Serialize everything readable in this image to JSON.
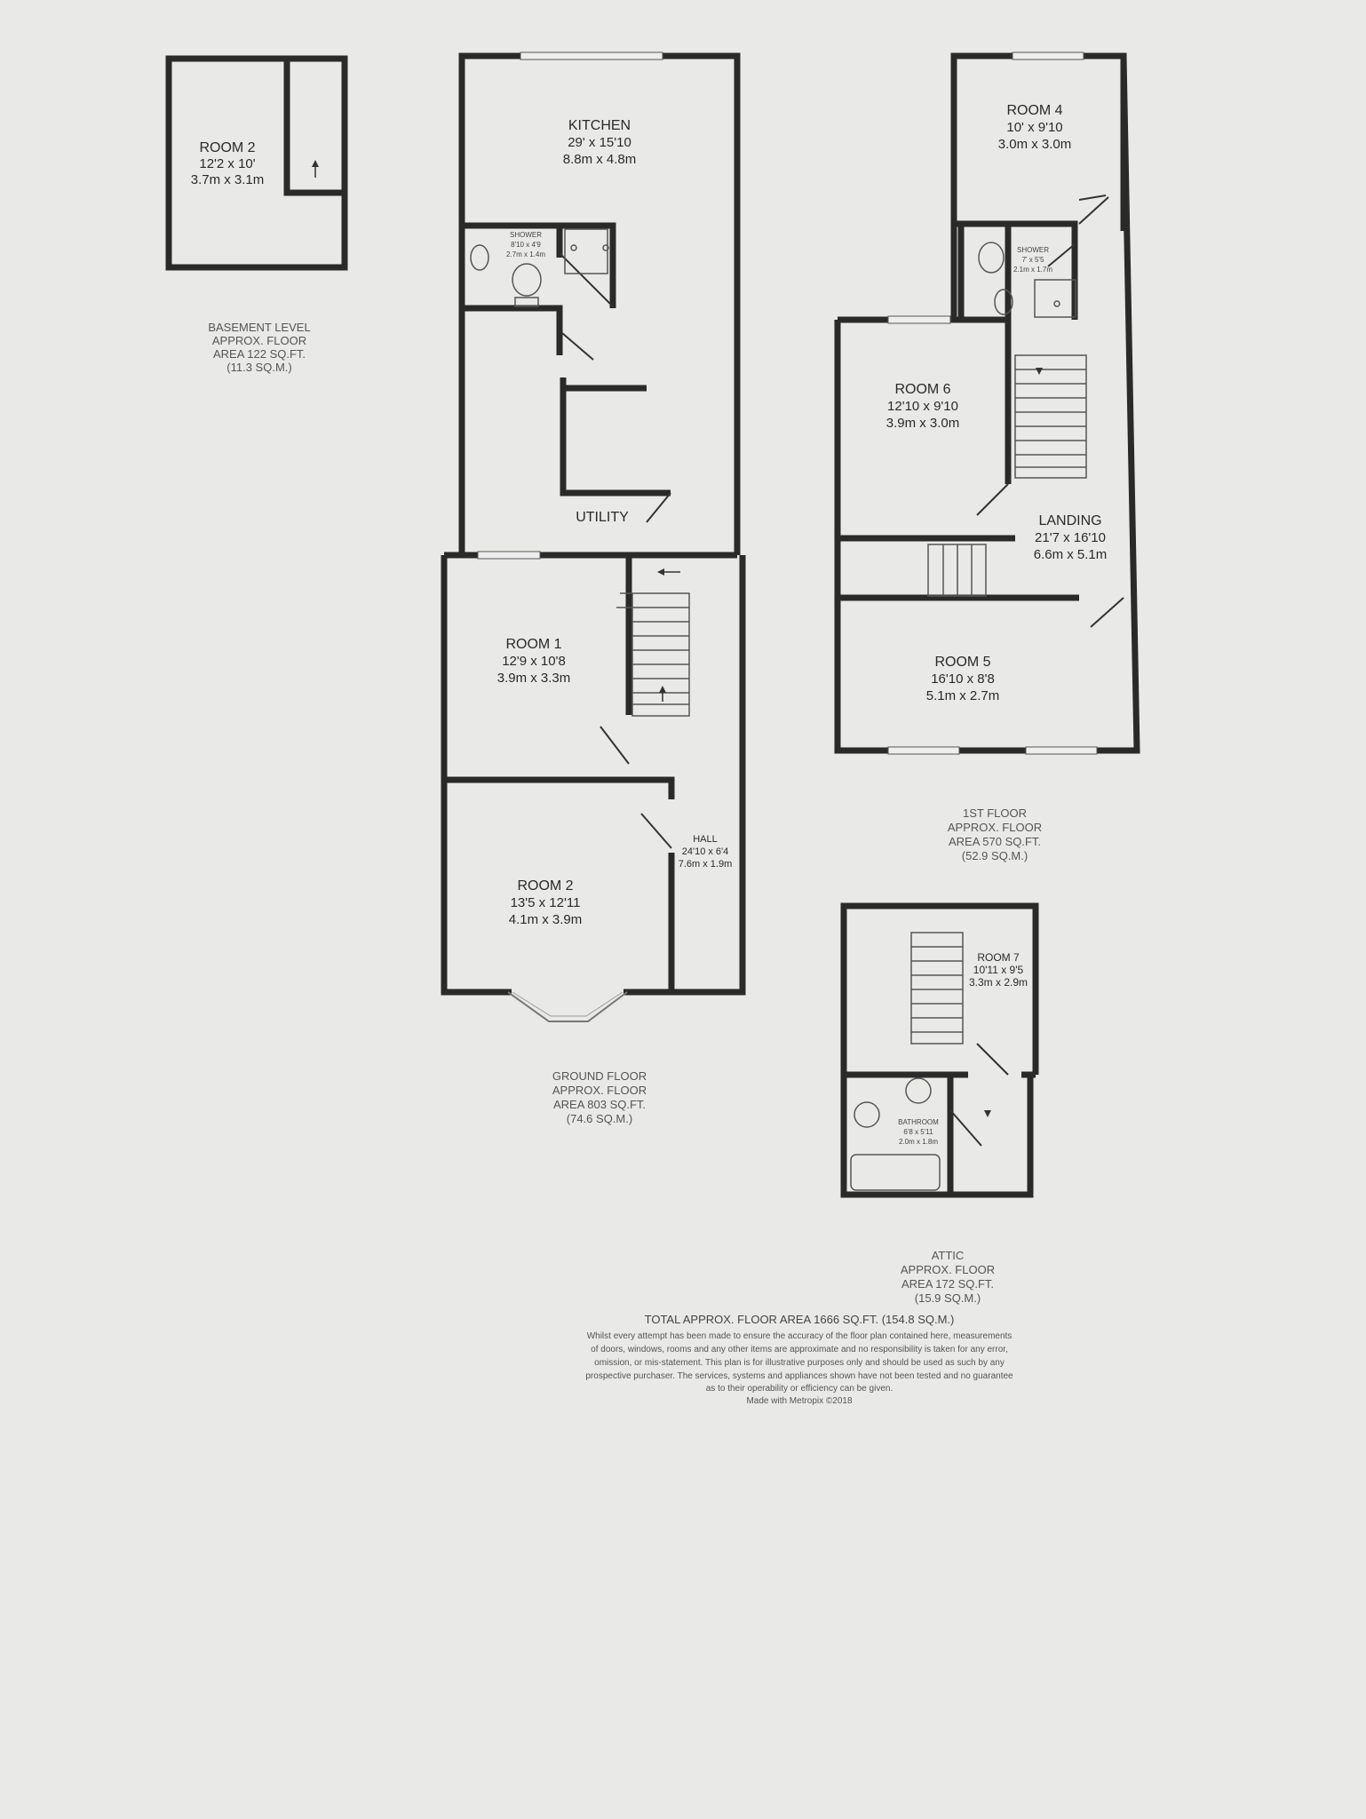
{
  "basement": {
    "room2": {
      "name": "ROOM 2",
      "dim_imperial": "12'2 x 10'",
      "dim_metric": "3.7m x 3.1m"
    },
    "area": [
      "BASEMENT LEVEL",
      "APPROX. FLOOR",
      "AREA 122 SQ.FT.",
      "(11.3 SQ.M.)"
    ]
  },
  "ground": {
    "kitchen": {
      "name": "KITCHEN",
      "dim_imperial": "29' x 15'10",
      "dim_metric": "8.8m x 4.8m"
    },
    "shower": {
      "name": "SHOWER",
      "dim_imperial": "8'10 x 4'9",
      "dim_metric": "2.7m x 1.4m"
    },
    "utility": {
      "name": "UTILITY"
    },
    "room1": {
      "name": "ROOM 1",
      "dim_imperial": "12'9 x 10'8",
      "dim_metric": "3.9m x 3.3m"
    },
    "room2": {
      "name": "ROOM 2",
      "dim_imperial": "13'5 x 12'11",
      "dim_metric": "4.1m x 3.9m"
    },
    "hall": {
      "name": "HALL",
      "dim_imperial": "24'10 x 6'4",
      "dim_metric": "7.6m x 1.9m"
    },
    "area": [
      "GROUND FLOOR",
      "APPROX. FLOOR",
      "AREA 803 SQ.FT.",
      "(74.6 SQ.M.)"
    ]
  },
  "first": {
    "room4": {
      "name": "ROOM 4",
      "dim_imperial": "10' x 9'10",
      "dim_metric": "3.0m x 3.0m"
    },
    "shower": {
      "name": "SHOWER",
      "dim_imperial": "7' x 5'5",
      "dim_metric": "2.1m x 1.7m"
    },
    "room6": {
      "name": "ROOM 6",
      "dim_imperial": "12'10 x 9'10",
      "dim_metric": "3.9m x 3.0m"
    },
    "landing": {
      "name": "LANDING",
      "dim_imperial": "21'7 x 16'10",
      "dim_metric": "6.6m x 5.1m"
    },
    "room5": {
      "name": "ROOM 5",
      "dim_imperial": "16'10 x 8'8",
      "dim_metric": "5.1m x 2.7m"
    },
    "area": [
      "1ST FLOOR",
      "APPROX. FLOOR",
      "AREA 570 SQ.FT.",
      "(52.9 SQ.M.)"
    ]
  },
  "attic": {
    "room7": {
      "name": "ROOM 7",
      "dim_imperial": "10'11 x 9'5",
      "dim_metric": "3.3m x 2.9m"
    },
    "bathroom": {
      "name": "BATHROOM",
      "dim_imperial": "6'8 x 5'11",
      "dim_metric": "2.0m x 1.8m"
    },
    "area": [
      "ATTIC",
      "APPROX. FLOOR",
      "AREA 172 SQ.FT.",
      "(15.9 SQ.M.)"
    ]
  },
  "total": "TOTAL APPROX. FLOOR AREA 1666 SQ.FT. (154.8 SQ.M.)",
  "disclaimer": [
    "Whilst every attempt has been made to ensure the accuracy of the floor plan contained here, measurements",
    "of doors, windows, rooms and any other items are approximate and no responsibility is taken for any error,",
    "omission, or mis-statement. This plan is for illustrative purposes only and should be used as such by any",
    "prospective purchaser. The services, systems and appliances shown have not been tested and no guarantee",
    "as to their operability or efficiency can be given.",
    "Made with Metropix ©2018"
  ]
}
